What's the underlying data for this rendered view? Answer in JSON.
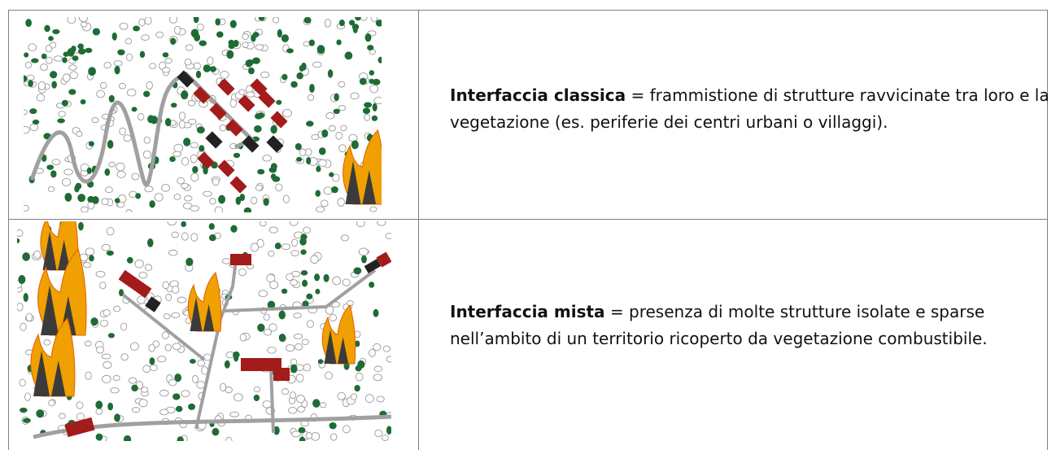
{
  "rows": [
    {
      "term": "Interfaccia classica",
      "definition": " = frammistione di strutture ravvicinate tra loro e la vegetazione (es. periferie dei centri urbani o villaggi).",
      "illustration": "classic-interface-illustration"
    },
    {
      "term": "Interfaccia mista",
      "definition": " = presenza di molte strutture isolate e sparse nell’ambito di un territorio ricoperto da vegetazione combustibile.",
      "illustration": "mixed-interface-illustration"
    }
  ],
  "colors": {
    "border": "#7f7f7f",
    "tree": "#1f6b35",
    "house": "#a31b1b",
    "road": "#a0a0a0",
    "fire": "#f0a000"
  }
}
